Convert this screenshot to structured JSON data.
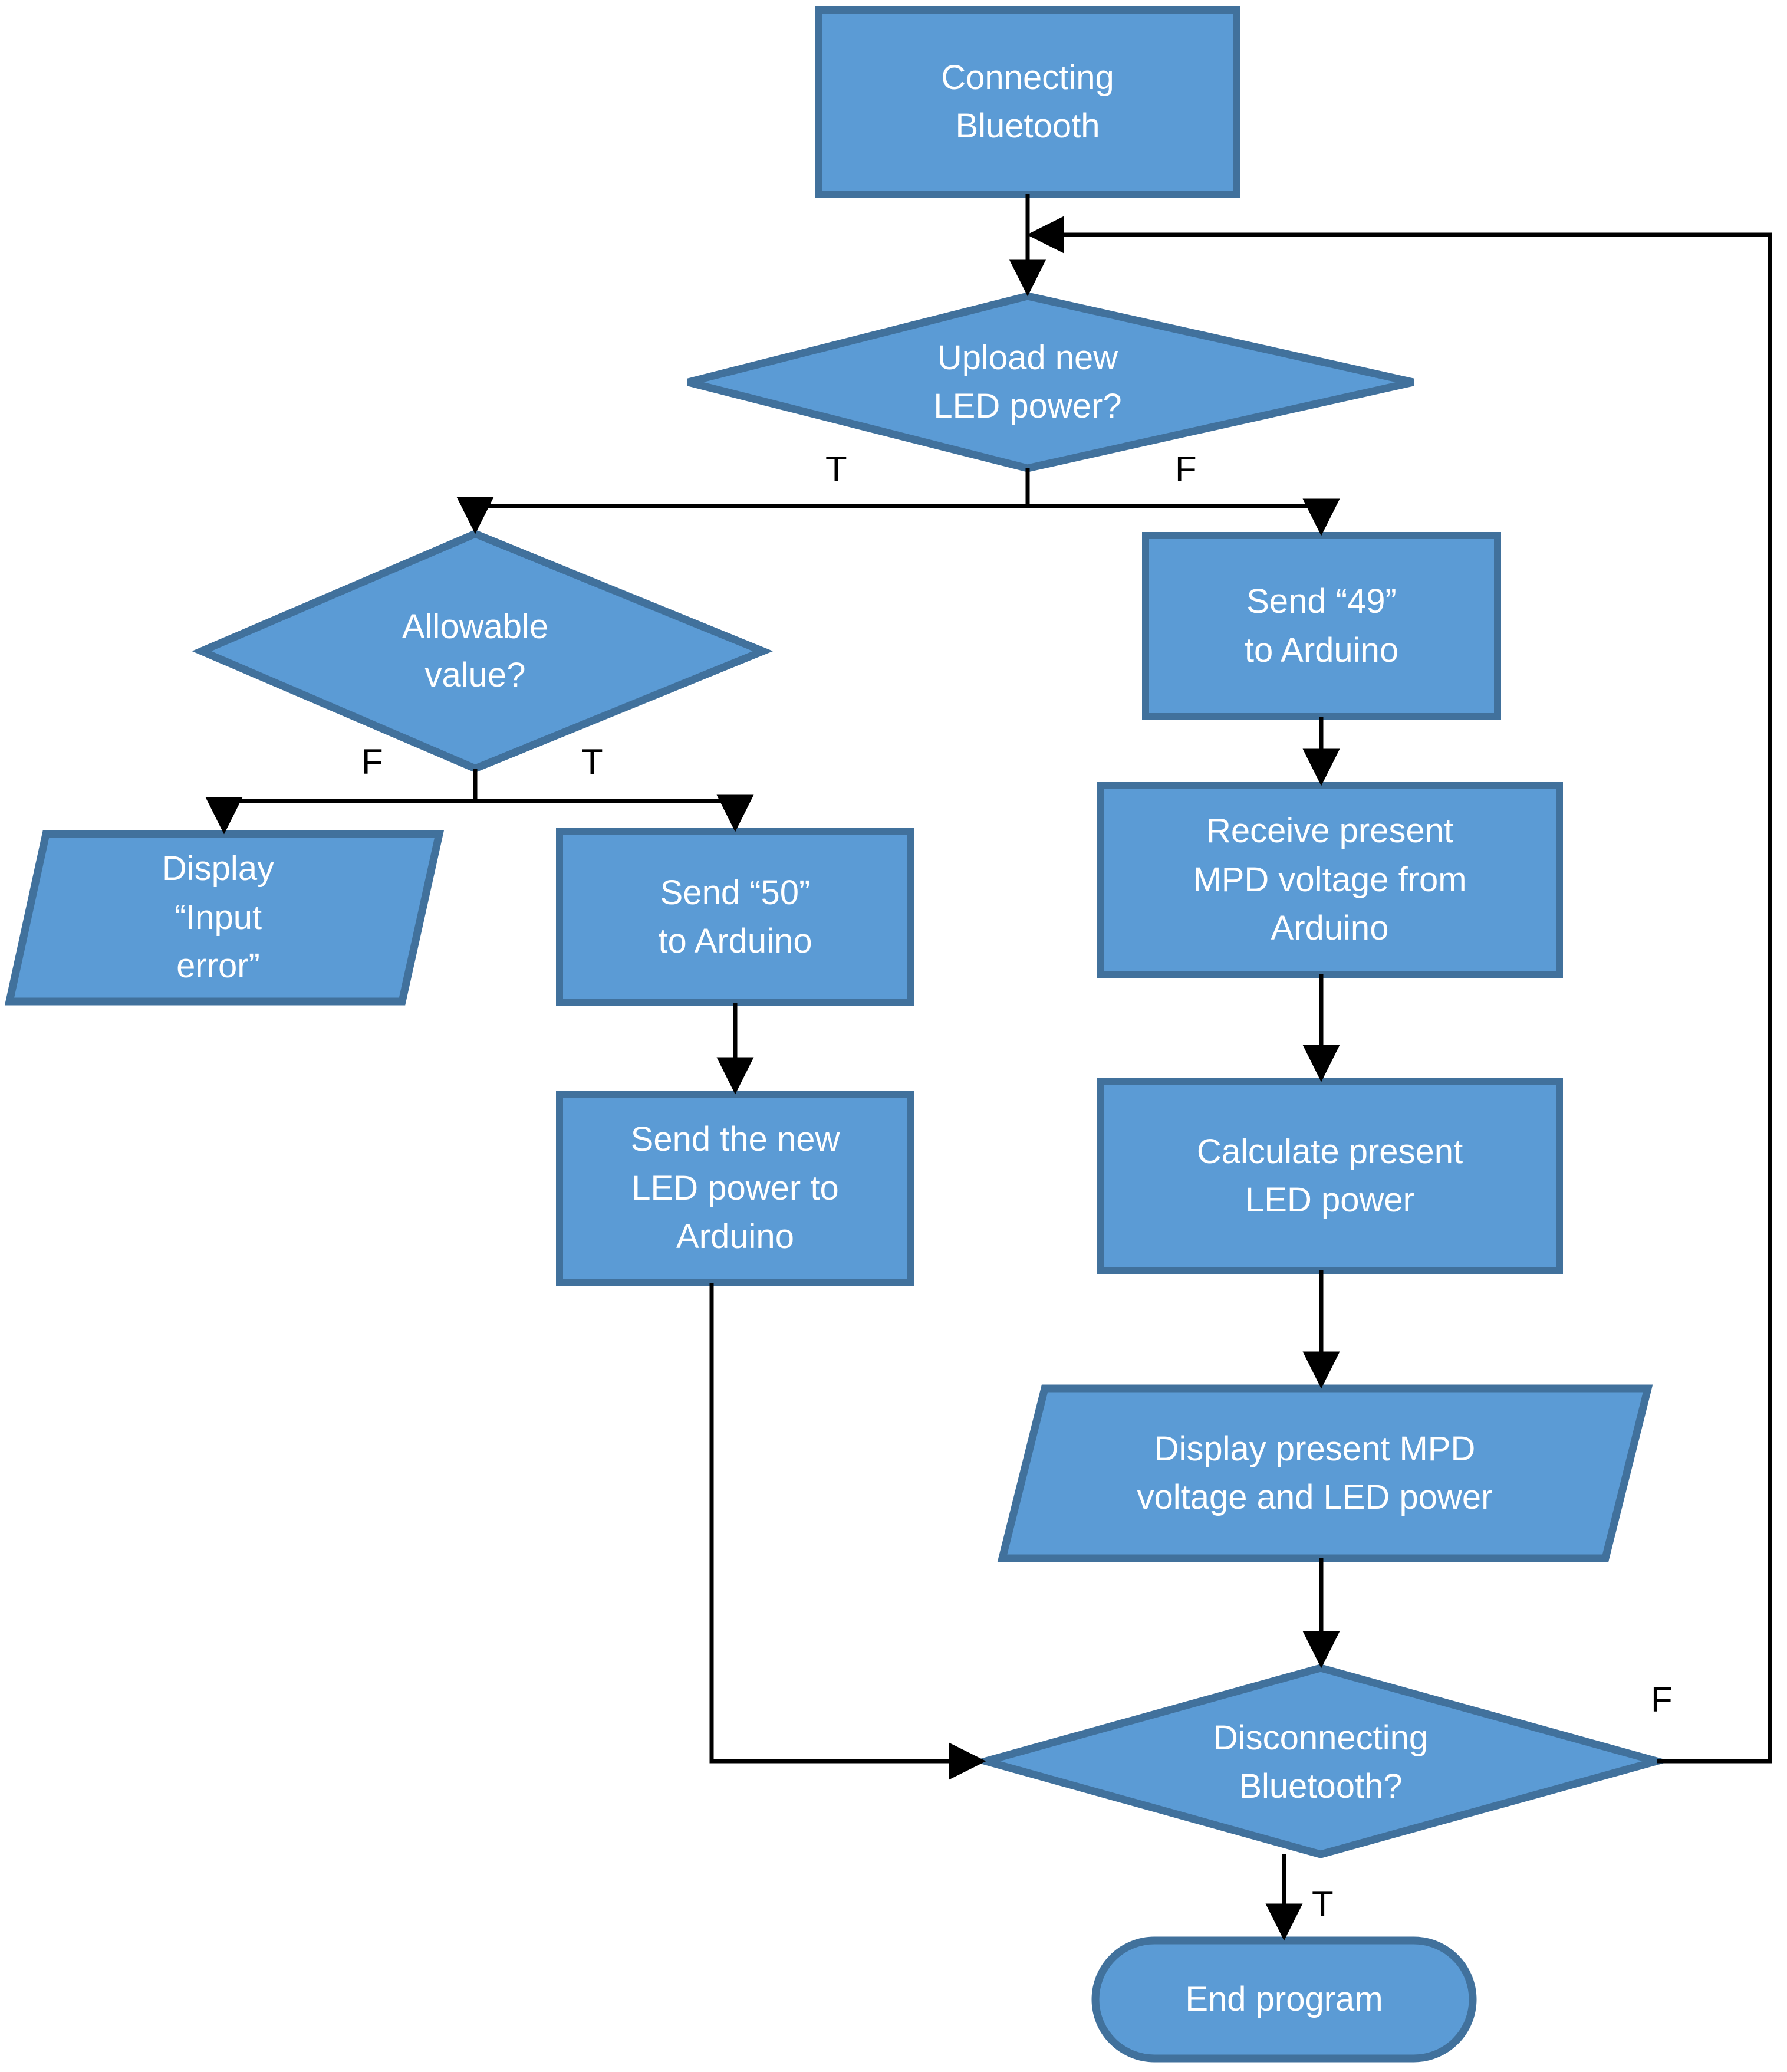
{
  "diagram": {
    "title": "Bluetooth LED power control flowchart",
    "colors": {
      "shape_fill": "#5B9BD5",
      "shape_stroke": "#41719C",
      "connector": "#000000",
      "text": "#FFFFFF",
      "label_text": "#000000",
      "background": "#FFFFFF"
    },
    "nodes": [
      {
        "id": "connecting_bluetooth",
        "shape": "process",
        "text": "Connecting\nBluetooth"
      },
      {
        "id": "upload_new_led_power",
        "shape": "decision",
        "text": "Upload new\nLED power?"
      },
      {
        "id": "allowable_value",
        "shape": "decision",
        "text": "Allowable\nvalue?"
      },
      {
        "id": "display_input_error",
        "shape": "parallelogram",
        "text": "Display\n“Input\nerror”"
      },
      {
        "id": "send_50",
        "shape": "process",
        "text": "Send “50”\nto Arduino"
      },
      {
        "id": "send_new_led_power",
        "shape": "process",
        "text": "Send the new\nLED power to\nArduino"
      },
      {
        "id": "send_49",
        "shape": "process",
        "text": "Send “49”\nto Arduino"
      },
      {
        "id": "receive_mpd_voltage",
        "shape": "process",
        "text": "Receive present\nMPD voltage  from\nArduino"
      },
      {
        "id": "calculate_led_power",
        "shape": "process",
        "text": "Calculate present\nLED power"
      },
      {
        "id": "display_mpd_led",
        "shape": "parallelogram",
        "text": "Display present MPD\nvoltage and LED power"
      },
      {
        "id": "disconnecting_bt",
        "shape": "decision",
        "text": "Disconnecting\nBluetooth?"
      },
      {
        "id": "end_program",
        "shape": "terminator",
        "text": "End program"
      }
    ],
    "edge_labels": [
      {
        "id": "upload-true",
        "text": "T"
      },
      {
        "id": "upload-false",
        "text": "F"
      },
      {
        "id": "allowable-false",
        "text": "F"
      },
      {
        "id": "allowable-true",
        "text": "T"
      },
      {
        "id": "disconnect-false",
        "text": "F"
      },
      {
        "id": "disconnect-true",
        "text": "T"
      }
    ],
    "edges": [
      {
        "from": "connecting_bluetooth",
        "to": "upload_new_led_power",
        "label": ""
      },
      {
        "from": "upload_new_led_power",
        "to": "allowable_value",
        "label": "T"
      },
      {
        "from": "upload_new_led_power",
        "to": "send_49",
        "label": "F"
      },
      {
        "from": "allowable_value",
        "to": "display_input_error",
        "label": "F"
      },
      {
        "from": "allowable_value",
        "to": "send_50",
        "label": "T"
      },
      {
        "from": "send_50",
        "to": "send_new_led_power",
        "label": ""
      },
      {
        "from": "send_new_led_power",
        "to": "disconnecting_bt",
        "label": ""
      },
      {
        "from": "send_49",
        "to": "receive_mpd_voltage",
        "label": ""
      },
      {
        "from": "receive_mpd_voltage",
        "to": "calculate_led_power",
        "label": ""
      },
      {
        "from": "calculate_led_power",
        "to": "display_mpd_led",
        "label": ""
      },
      {
        "from": "display_mpd_led",
        "to": "disconnecting_bt",
        "label": ""
      },
      {
        "from": "disconnecting_bt",
        "to": "end_program",
        "label": "T"
      },
      {
        "from": "disconnecting_bt",
        "to": "upload_new_led_power",
        "label": "F"
      }
    ]
  }
}
